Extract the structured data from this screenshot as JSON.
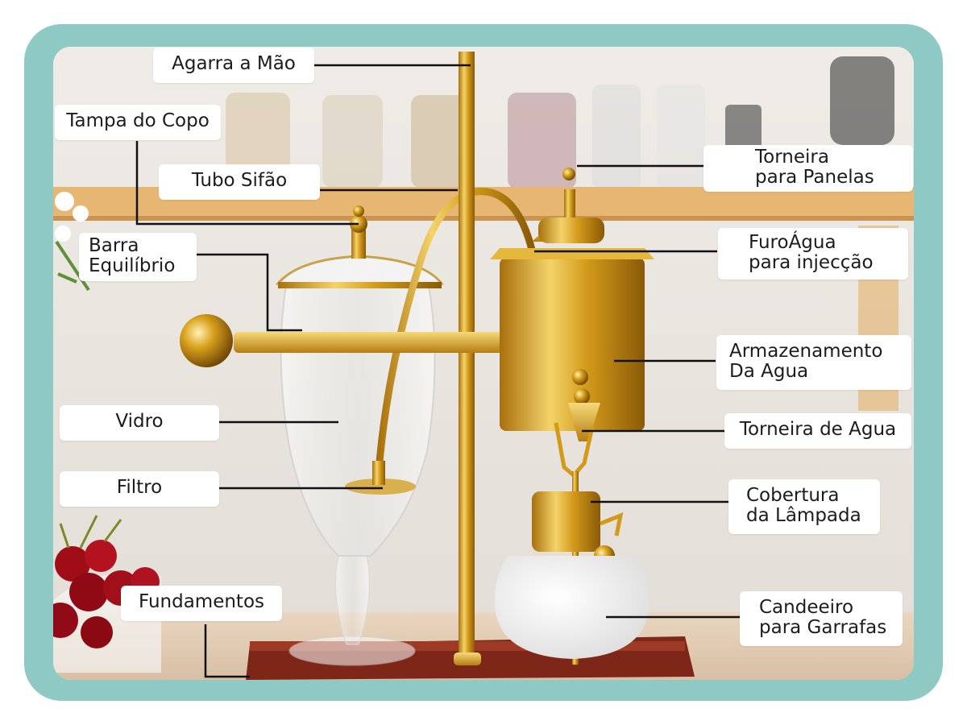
{
  "labels": {
    "agarra": "Agarra a Mão",
    "tampa": "Tampa do Copo",
    "tubo": "Tubo Sifão",
    "barra_1": "Barra",
    "barra_2": "Equilíbrio",
    "vidro": "Vidro",
    "filtro": "Filtro",
    "fundamentos": "Fundamentos",
    "torneira_panelas_1": "Torneira",
    "torneira_panelas_2": "para Panelas",
    "furo_1": "FuroÁgua",
    "furo_2": "para injecção",
    "armazenamento_1": "Armazenamento",
    "armazenamento_2": "Da Agua",
    "torneira_agua": "Torneira de Agua",
    "cobertura_1": "Cobertura",
    "cobertura_2": "da Lâmpada",
    "candeeiro_1": "Candeeiro",
    "candeeiro_2": "para Garrafas"
  },
  "colors": {
    "frame": "#8ec9c4",
    "gold": "#d9a21c",
    "wood_base": "#8b2e1c",
    "leader_line": "#111111"
  }
}
